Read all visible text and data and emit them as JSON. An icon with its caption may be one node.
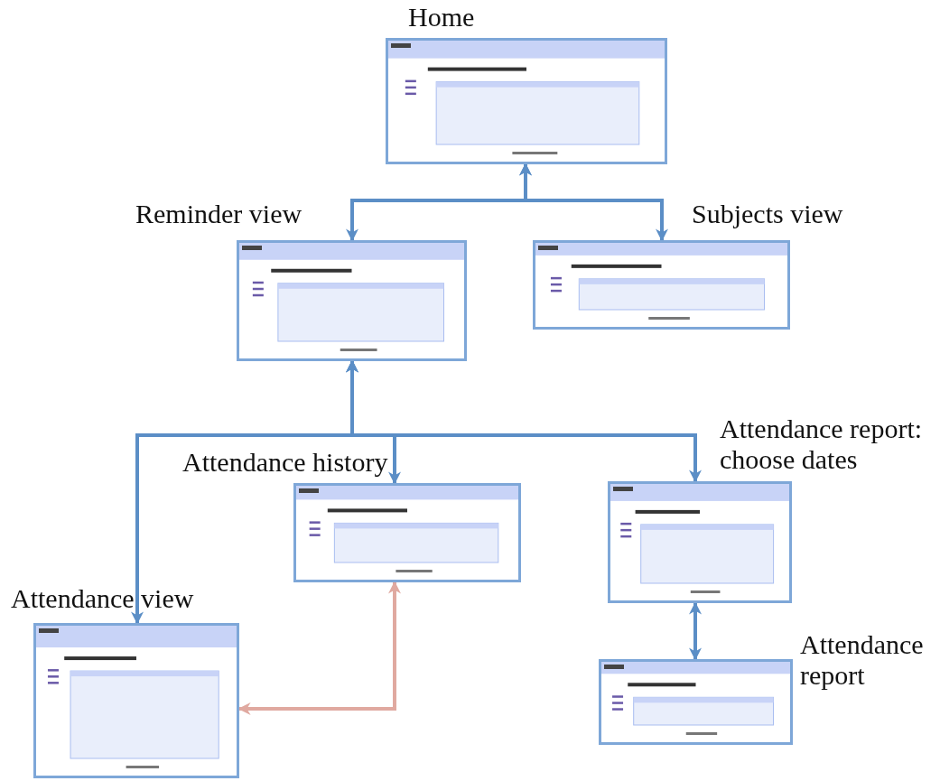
{
  "diagram": {
    "nodes": [
      {
        "text": [],
        "shape": "picture",
        "beside": [
          "Home"
        ]
      },
      {
        "text": [],
        "shape": "picture",
        "beside": [
          "Reminder view"
        ]
      },
      {
        "text": [],
        "shape": "picture",
        "beside": [
          "Subjects view"
        ]
      },
      {
        "text": [],
        "shape": "picture",
        "beside": [
          "Attendance report: choose dates"
        ]
      },
      {
        "text": [],
        "shape": "picture",
        "beside": [
          "Attendance history"
        ]
      },
      {
        "text": [],
        "shape": "picture",
        "beside": [
          "Attendance view"
        ]
      },
      {
        "text": [],
        "shape": "picture",
        "beside": [
          "Attendance report"
        ]
      }
    ],
    "edges": [
      {
        "from": 1,
        "to": 0,
        "arrow": "both"
      },
      {
        "from": 2,
        "to": 0,
        "arrow": "both"
      },
      {
        "from": 5,
        "to": 1,
        "arrow": "both"
      },
      {
        "from": 4,
        "to": 1,
        "arrow": "both"
      },
      {
        "from": 3,
        "to": 1,
        "arrow": "both"
      },
      {
        "from": 5,
        "to": 4,
        "arrow": "both",
        "color": "#e0a9a0"
      },
      {
        "from": 3,
        "to": 6,
        "arrow": "both"
      }
    ]
  }
}
